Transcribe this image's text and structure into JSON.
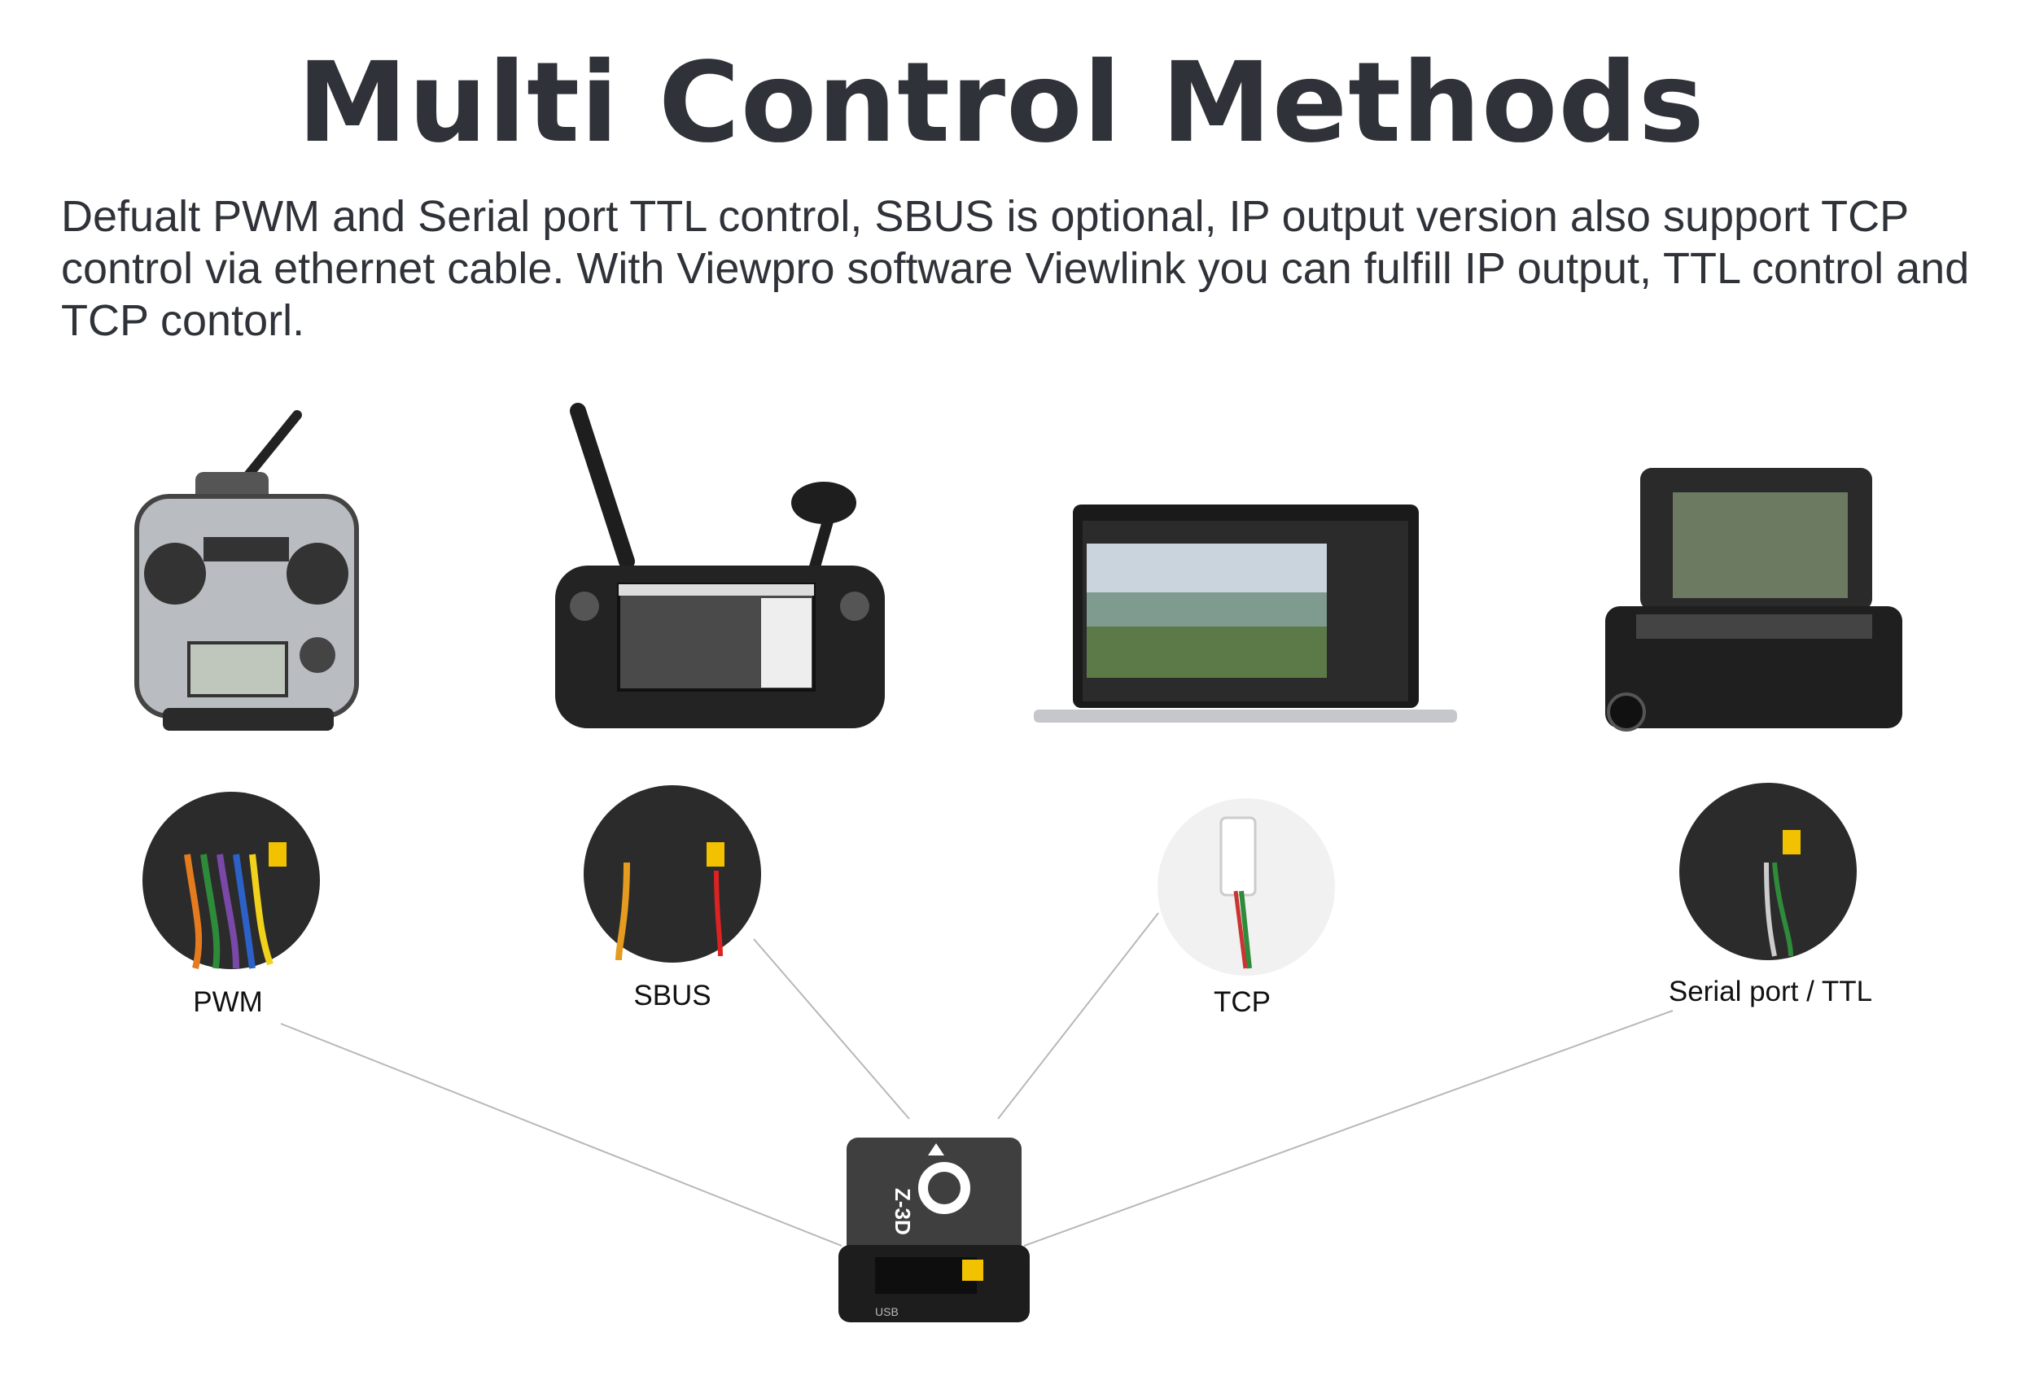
{
  "title": "Multi Control Methods",
  "description": "Defualt PWM and Serial port TTL control, SBUS is optional, IP output version also support TCP control via ethernet cable. With Viewpro software Viewlink you can fulfill IP output, TTL control and TCP contorl.",
  "methods": [
    {
      "label": "PWM",
      "device": "rc-transmitter"
    },
    {
      "label": "SBUS",
      "device": "handheld-ground-station"
    },
    {
      "label": "TCP",
      "device": "laptop-viewlink"
    },
    {
      "label": "Serial port / TTL",
      "device": "portable-ground-control-case"
    }
  ],
  "controller": {
    "model": "Z-3D",
    "port_label": "USB"
  },
  "colors": {
    "text": "#2f3238",
    "line": "#b8b8b8",
    "device": "#2a2a2a",
    "jumper": "#f2c200"
  }
}
